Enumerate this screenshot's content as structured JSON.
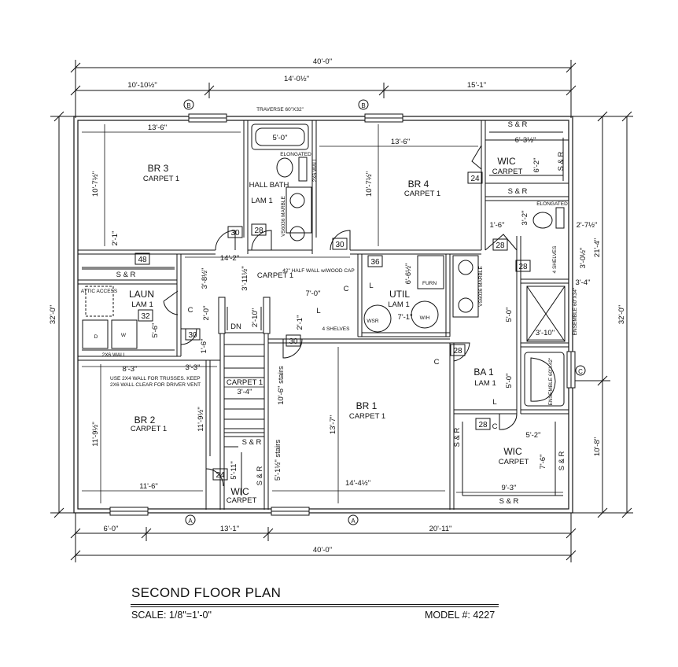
{
  "title": "SECOND FLOOR PLAN",
  "scale": "SCALE: 1/8\"=1'-0\"",
  "model": "MODEL #: 4227",
  "overall": {
    "top": "40'-0\"",
    "bottom": "40'-0\"",
    "left": "32'-0\"",
    "right": "32'-0\""
  },
  "top_dims": {
    "a": "10'-10½\"",
    "b": "14'-0½\"",
    "c": "15'-1\""
  },
  "bottom_dims": {
    "a": "6'-0\"",
    "b": "13'-1\"",
    "c": "20'-11\""
  },
  "right_dims": {
    "upper": "21'-4\"",
    "lower": "10'-8\""
  },
  "window_tags": {
    "b": "B",
    "a": "A",
    "c": "C"
  },
  "traverse": "TRAVERSE 60\"X32\"",
  "rooms": {
    "br3": {
      "name": "BR 3",
      "floor": "CARPET 1",
      "width": "13'-6\"",
      "depth": "10'-7½\"",
      "extra": "2'-1\""
    },
    "hall_bath": {
      "name": "HALL BATH",
      "floor": "LAM 1",
      "tub": "5'-0\"",
      "wc": "ELONGATED",
      "wall": "2X6 WALL",
      "vanity": "VS6036 MARBLE"
    },
    "br4": {
      "name": "BR 4",
      "floor": "CARPET 1",
      "width": "13'-6\"",
      "depth": "10'-7½\""
    },
    "wic_br4": {
      "name": "WIC",
      "floor": "CARPET",
      "width": "6'-3½\"",
      "depth": "6'-2\"",
      "storage": "S & R"
    },
    "laun": {
      "name": "LAUN",
      "floor": "LAM 1",
      "attic": "ATTIC ACCESS",
      "wall": "2X6 WALL",
      "w": "W",
      "d": "D",
      "depth": "5'-6\""
    },
    "util": {
      "name": "UTIL",
      "floor": "LAM 1",
      "furn": "FURN",
      "wh": "W/H",
      "wsr": "WSR",
      "shelves": "4 SHELVES",
      "w": "7'-0\"",
      "d": "7'-1\"",
      "h": "6'-6½\""
    },
    "br2": {
      "name": "BR 2",
      "floor": "CARPET 1",
      "width": "11'-6\"",
      "depth": "11'-9½\"",
      "depth2": "11'-9½\"",
      "width2": "8'-3\"",
      "width3": "3'-3\""
    },
    "br1": {
      "name": "BR 1",
      "floor": "CARPET 1",
      "width": "14'-4½\"",
      "depth": "13'-7\""
    },
    "ba1": {
      "name": "BA 1",
      "floor": "LAM 1",
      "vanity": "VS6036 MARBLE",
      "shower": "ENSEMBLE 60\"X34\"",
      "tub": "ENSEMBLE 60\"X42\"",
      "shelves": "4 SHELVES",
      "wc": "ELONGATED",
      "d1": "1'-6\"",
      "d2": "3'-2\"",
      "d3": "2'-7½\"",
      "d4": "3'-0½\"",
      "d5": "3'-4\"",
      "d6": "5'-0\"",
      "d7": "3'-10\"",
      "d8": "5'-0\""
    },
    "wic_br1": {
      "name": "WIC",
      "floor": "CARPET",
      "width": "9'-3\"",
      "depth": "7'-6\"",
      "d": "5'-2\""
    },
    "wic_br2": {
      "name": "WIC",
      "floor": "CARPET",
      "d": "5'-11\""
    }
  },
  "hall": {
    "floor": "CARPET 1",
    "width": "14'-2\"",
    "half_wall": "42\" HALF WALL w/WOOD CAP",
    "d1": "3'-8½\"",
    "d2": "3'-11½\"",
    "d3": "2'-0\"",
    "d4": "2'-10\"",
    "d5": "2'-1\"",
    "d6": "1'-6\""
  },
  "stairs": {
    "down": "DN",
    "floor": "CARPET 1",
    "width": "3'-4\"",
    "upper": "10'-6\" stairs",
    "lower": "5'-1½\" stairs"
  },
  "note": "USE 2X4 WALL FOR TRUSSES. KEEP 2X6 WALL CLEAR FOR DRIVER VENT",
  "storage": "S & R",
  "closet": "C",
  "linen": "L",
  "doors": {
    "d30": "30",
    "d28": "28",
    "d24": "24",
    "d32": "32",
    "d36": "36",
    "d48": "48"
  }
}
